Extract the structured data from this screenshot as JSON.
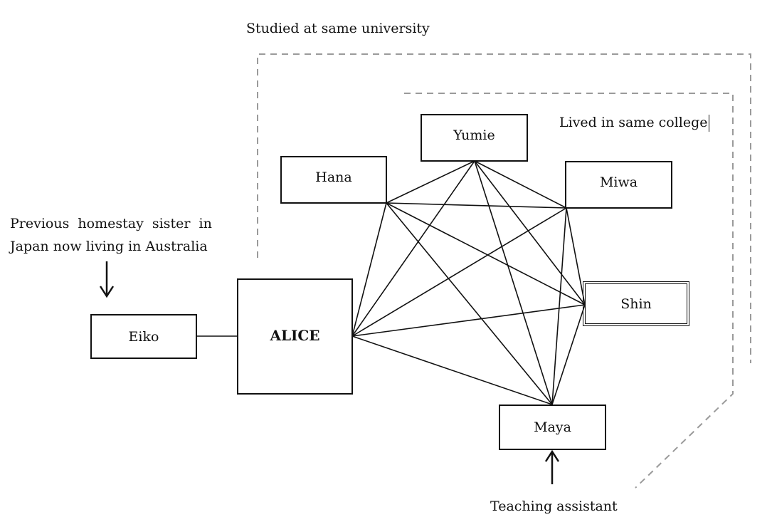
{
  "nodes": {
    "alice": "ALICE",
    "eiko": "Eiko",
    "hana": "Hana",
    "yumie": "Yumie",
    "miwa": "Miwa",
    "shin": "Shin",
    "maya": "Maya"
  },
  "groups": {
    "university": "Studied at same university",
    "college": "Lived in same college"
  },
  "annotations": {
    "eiko_line1": "Previous  homestay  sister  in",
    "eiko_line2": "Japan now living in Australia",
    "maya": "Teaching assistant"
  },
  "relationships": [
    [
      "ALICE",
      "Eiko"
    ],
    [
      "ALICE",
      "Hana"
    ],
    [
      "ALICE",
      "Yumie"
    ],
    [
      "ALICE",
      "Miwa"
    ],
    [
      "ALICE",
      "Shin"
    ],
    [
      "ALICE",
      "Maya"
    ],
    [
      "Hana",
      "Yumie"
    ],
    [
      "Hana",
      "Miwa"
    ],
    [
      "Hana",
      "Shin"
    ],
    [
      "Hana",
      "Maya"
    ],
    [
      "Yumie",
      "Miwa"
    ],
    [
      "Yumie",
      "Shin"
    ],
    [
      "Yumie",
      "Maya"
    ],
    [
      "Miwa",
      "Shin"
    ],
    [
      "Miwa",
      "Maya"
    ],
    [
      "Shin",
      "Maya"
    ]
  ]
}
